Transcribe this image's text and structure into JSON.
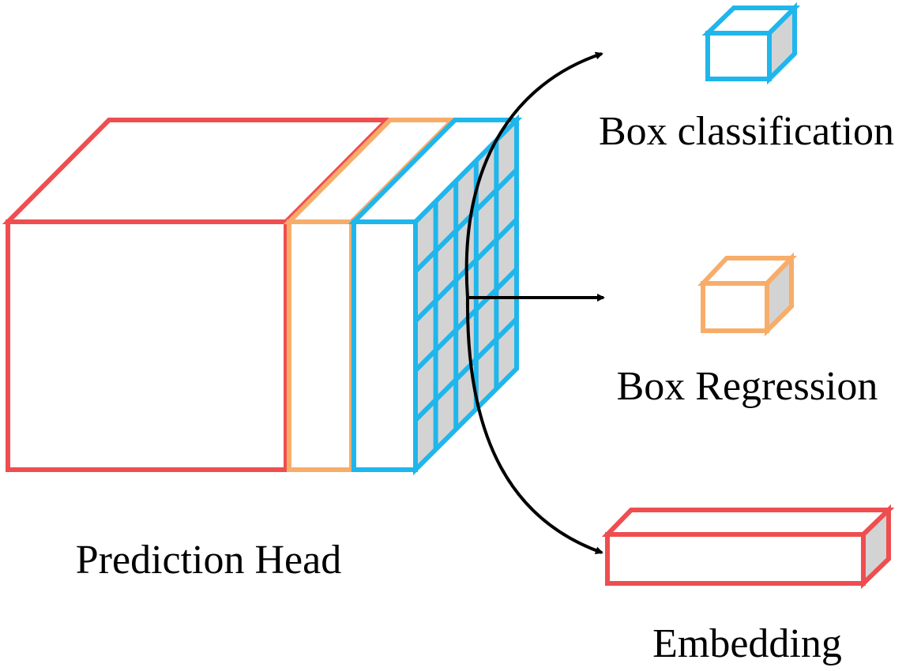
{
  "labels": {
    "prediction_head": "Prediction Head",
    "box_classification": "Box classification",
    "box_regression": "Box Regression",
    "embedding": "Embedding"
  },
  "colors": {
    "red": "#ee4e50",
    "orange": "#f7ad6a",
    "blue": "#1fb6ec",
    "grey_face": "#d3d3d3",
    "arrow": "#000000"
  },
  "icons": {
    "prediction_head": "layered-cuboid-with-grid-face",
    "box_classification": "blue-cube-icon",
    "box_regression": "orange-cube-icon",
    "embedding": "red-flat-cuboid-icon",
    "arrows": "curved-branching-arrows"
  }
}
